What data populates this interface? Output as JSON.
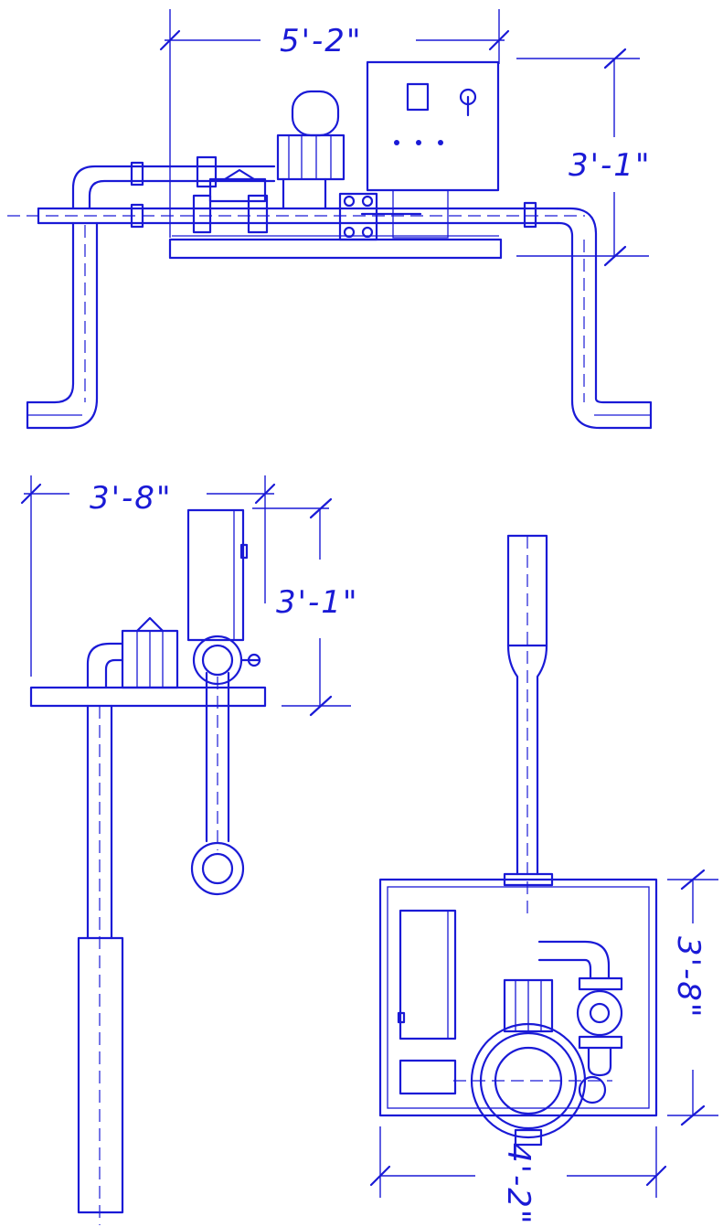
{
  "colors": {
    "ink": "#1a1ad6",
    "paper": "#ffffff"
  },
  "dimensions": {
    "front_width": "5'-2\"",
    "front_height": "3'-1\"",
    "side_width": "3'-8\"",
    "side_height": "3'-1\"",
    "plan_depth": "3'-8\"",
    "plan_width": "4'-2\""
  }
}
